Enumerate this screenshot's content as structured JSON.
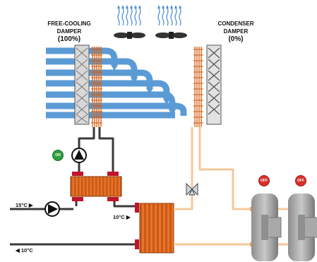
{
  "labels": {
    "free_cooling_damper_line1": "FREE-COOLING",
    "free_cooling_damper_line2": "DAMPER",
    "free_cooling_damper_pct": "(100%)",
    "condenser_damper_line1": "CONDENSER",
    "condenser_damper_line2": "DAMPER",
    "condenser_damper_pct": "(0%)"
  },
  "temperatures": {
    "water_in": "15°C ▶",
    "water_out": "◀ 10°C",
    "chilled_intermediate": "10°C ▶"
  },
  "status": {
    "pump": "ON",
    "compressor_1": "OFF",
    "compressor_2": "OFF"
  },
  "colors": {
    "airflow": "#5b9bd5",
    "hot_coil": "#e06a1e",
    "pipe_dark": "#3a3a3a",
    "pipe_light": "#f5c89a",
    "on_status": "#2e9e3e",
    "off_status": "#d9302a",
    "compressor": "#9a9a9a"
  },
  "icons": [
    "fan-icon",
    "airflow-arrows-icon",
    "pump-icon",
    "valve-icon",
    "heat-exchanger-icon",
    "compressor-icon"
  ]
}
